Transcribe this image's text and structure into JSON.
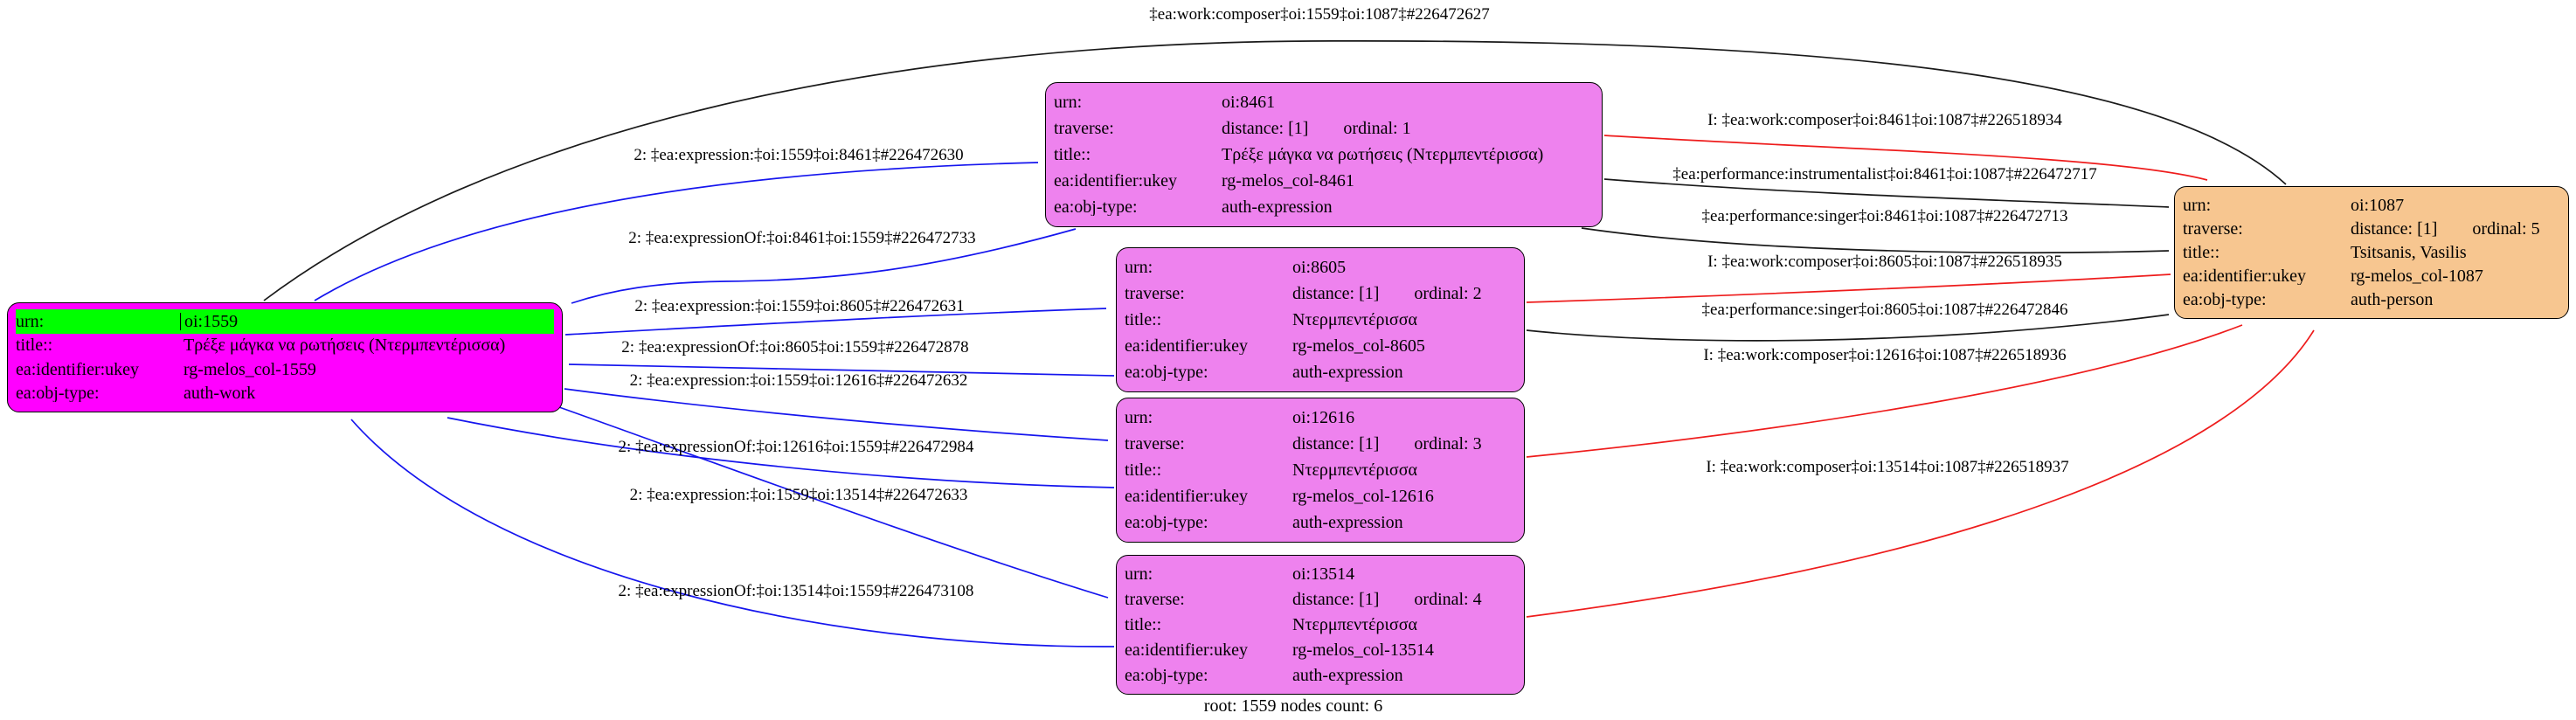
{
  "caption": "root: 1559 nodes count: 6",
  "colors": {
    "work_node_fill": "#ff00ff",
    "expression_node_fill": "#ee82ee",
    "person_node_fill": "#f7c690",
    "urn_row_highlight": "#00ff00",
    "edge_black": "#1a1a1a",
    "edge_blue": "#1515ee",
    "edge_red": "#ee1c1c"
  },
  "nodes": {
    "n1559": {
      "urn_label": "urn:",
      "urn_value": "oi:1559",
      "title_label": "title::",
      "title_value": "Τρέξε μάγκα να ρωτήσεις (Ντερμπεντέρισσα)",
      "ukey_label": "ea:identifier:ukey",
      "ukey_value": "rg-melos_col-1559",
      "objtype_label": "ea:obj-type:",
      "objtype_value": "auth-work"
    },
    "n8461": {
      "urn_label": "urn:",
      "urn_value": "oi:8461",
      "traverse_label": "traverse:",
      "traverse_distance": "distance: [1]",
      "traverse_ordinal": "ordinal: 1",
      "title_label": "title::",
      "title_value": "Τρέξε μάγκα να ρωτήσεις (Ντερμπεντέρισσα)",
      "ukey_label": "ea:identifier:ukey",
      "ukey_value": "rg-melos_col-8461",
      "objtype_label": "ea:obj-type:",
      "objtype_value": "auth-expression"
    },
    "n8605": {
      "urn_label": "urn:",
      "urn_value": "oi:8605",
      "traverse_label": "traverse:",
      "traverse_distance": "distance: [1]",
      "traverse_ordinal": "ordinal: 2",
      "title_label": "title::",
      "title_value": "Ντερμπεντέρισσα",
      "ukey_label": "ea:identifier:ukey",
      "ukey_value": "rg-melos_col-8605",
      "objtype_label": "ea:obj-type:",
      "objtype_value": "auth-expression"
    },
    "n12616": {
      "urn_label": "urn:",
      "urn_value": "oi:12616",
      "traverse_label": "traverse:",
      "traverse_distance": "distance: [1]",
      "traverse_ordinal": "ordinal: 3",
      "title_label": "title::",
      "title_value": "Ντερμπεντέρισσα",
      "ukey_label": "ea:identifier:ukey",
      "ukey_value": "rg-melos_col-12616",
      "objtype_label": "ea:obj-type:",
      "objtype_value": "auth-expression"
    },
    "n13514": {
      "urn_label": "urn:",
      "urn_value": "oi:13514",
      "traverse_label": "traverse:",
      "traverse_distance": "distance: [1]",
      "traverse_ordinal": "ordinal: 4",
      "title_label": "title::",
      "title_value": "Ντερμπεντέρισσα",
      "ukey_label": "ea:identifier:ukey",
      "ukey_value": "rg-melos_col-13514",
      "objtype_label": "ea:obj-type:",
      "objtype_value": "auth-expression"
    },
    "n1087": {
      "urn_label": "urn:",
      "urn_value": "oi:1087",
      "traverse_label": "traverse:",
      "traverse_distance": "distance: [1]",
      "traverse_ordinal": "ordinal: 5",
      "title_label": "title::",
      "title_value": "Tsitsanis, Vasilis",
      "ukey_label": "ea:identifier:ukey",
      "ukey_value": "rg-melos_col-1087",
      "objtype_label": "ea:obj-type:",
      "objtype_value": "auth-person"
    }
  },
  "edges": [
    {
      "id": "work-composer-1559-1087",
      "color": "black",
      "label": "‡ea:work:composer‡oi:1559‡oi:1087‡#226472627"
    },
    {
      "id": "expression-1559-8461",
      "color": "blue",
      "label": "2: ‡ea:expression:‡oi:1559‡oi:8461‡#226472630"
    },
    {
      "id": "expressionOf-8461-1559",
      "color": "blue",
      "label": "2: ‡ea:expressionOf:‡oi:8461‡oi:1559‡#226472733"
    },
    {
      "id": "expression-1559-8605",
      "color": "blue",
      "label": "2: ‡ea:expression:‡oi:1559‡oi:8605‡#226472631"
    },
    {
      "id": "expressionOf-8605-1559",
      "color": "blue",
      "label": "2: ‡ea:expressionOf:‡oi:8605‡oi:1559‡#226472878"
    },
    {
      "id": "expression-1559-12616",
      "color": "blue",
      "label": "2: ‡ea:expression:‡oi:1559‡oi:12616‡#226472632"
    },
    {
      "id": "expressionOf-12616-1559",
      "color": "blue",
      "label": "2: ‡ea:expressionOf:‡oi:12616‡oi:1559‡#226472984"
    },
    {
      "id": "expression-1559-13514",
      "color": "blue",
      "label": "2: ‡ea:expression:‡oi:1559‡oi:13514‡#226472633"
    },
    {
      "id": "expressionOf-13514-1559",
      "color": "blue",
      "label": "2: ‡ea:expressionOf:‡oi:13514‡oi:1559‡#226473108"
    },
    {
      "id": "work-composer-8461-1087",
      "color": "red",
      "label": "I: ‡ea:work:composer‡oi:8461‡oi:1087‡#226518934"
    },
    {
      "id": "perf-instrumentalist-8461-1087",
      "color": "black",
      "label": "‡ea:performance:instrumentalist‡oi:8461‡oi:1087‡#226472717"
    },
    {
      "id": "perf-singer-8461-1087",
      "color": "black",
      "label": "‡ea:performance:singer‡oi:8461‡oi:1087‡#226472713"
    },
    {
      "id": "work-composer-8605-1087",
      "color": "red",
      "label": "I: ‡ea:work:composer‡oi:8605‡oi:1087‡#226518935"
    },
    {
      "id": "perf-singer-8605-1087",
      "color": "black",
      "label": "‡ea:performance:singer‡oi:8605‡oi:1087‡#226472846"
    },
    {
      "id": "work-composer-12616-1087",
      "color": "red",
      "label": "I: ‡ea:work:composer‡oi:12616‡oi:1087‡#226518936"
    },
    {
      "id": "work-composer-13514-1087",
      "color": "red",
      "label": "I: ‡ea:work:composer‡oi:13514‡oi:1087‡#226518937"
    }
  ]
}
